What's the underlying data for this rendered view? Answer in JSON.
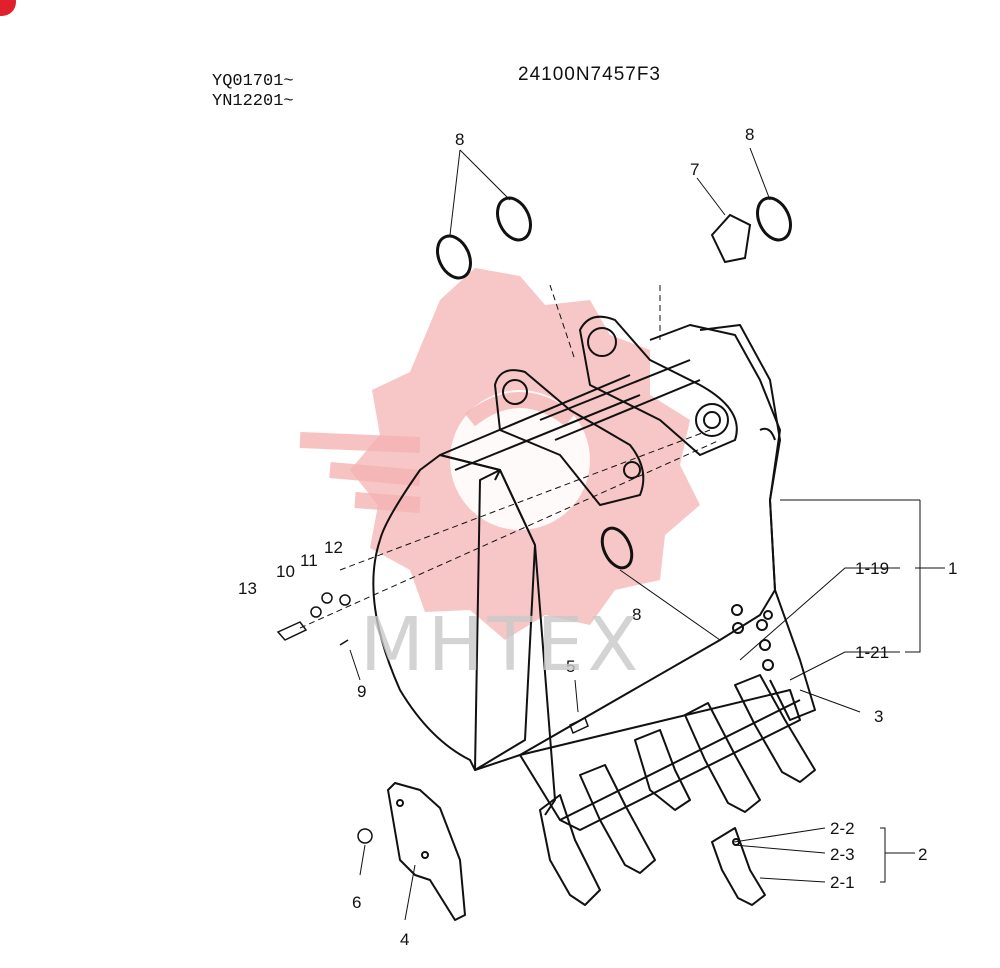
{
  "serials": [
    "YQ01701~",
    "YN12201~"
  ],
  "part_number": "24100N7457F3",
  "watermark": "MHTEX",
  "callouts": {
    "c1": "1",
    "c1_19": "1-19",
    "c1_21": "1-21",
    "c2": "2",
    "c2_1": "2-1",
    "c2_2": "2-2",
    "c2_3": "2-3",
    "c3": "3",
    "c4": "4",
    "c5": "5",
    "c6": "6",
    "c7": "7",
    "c8a": "8",
    "c8b": "8",
    "c8c": "8",
    "c9": "9",
    "c10": "10",
    "c11": "11",
    "c12": "12",
    "c13": "13"
  },
  "colors": {
    "watermark": "#f2a9a9",
    "ink": "#111111",
    "corner_badge": "#e0202c"
  }
}
